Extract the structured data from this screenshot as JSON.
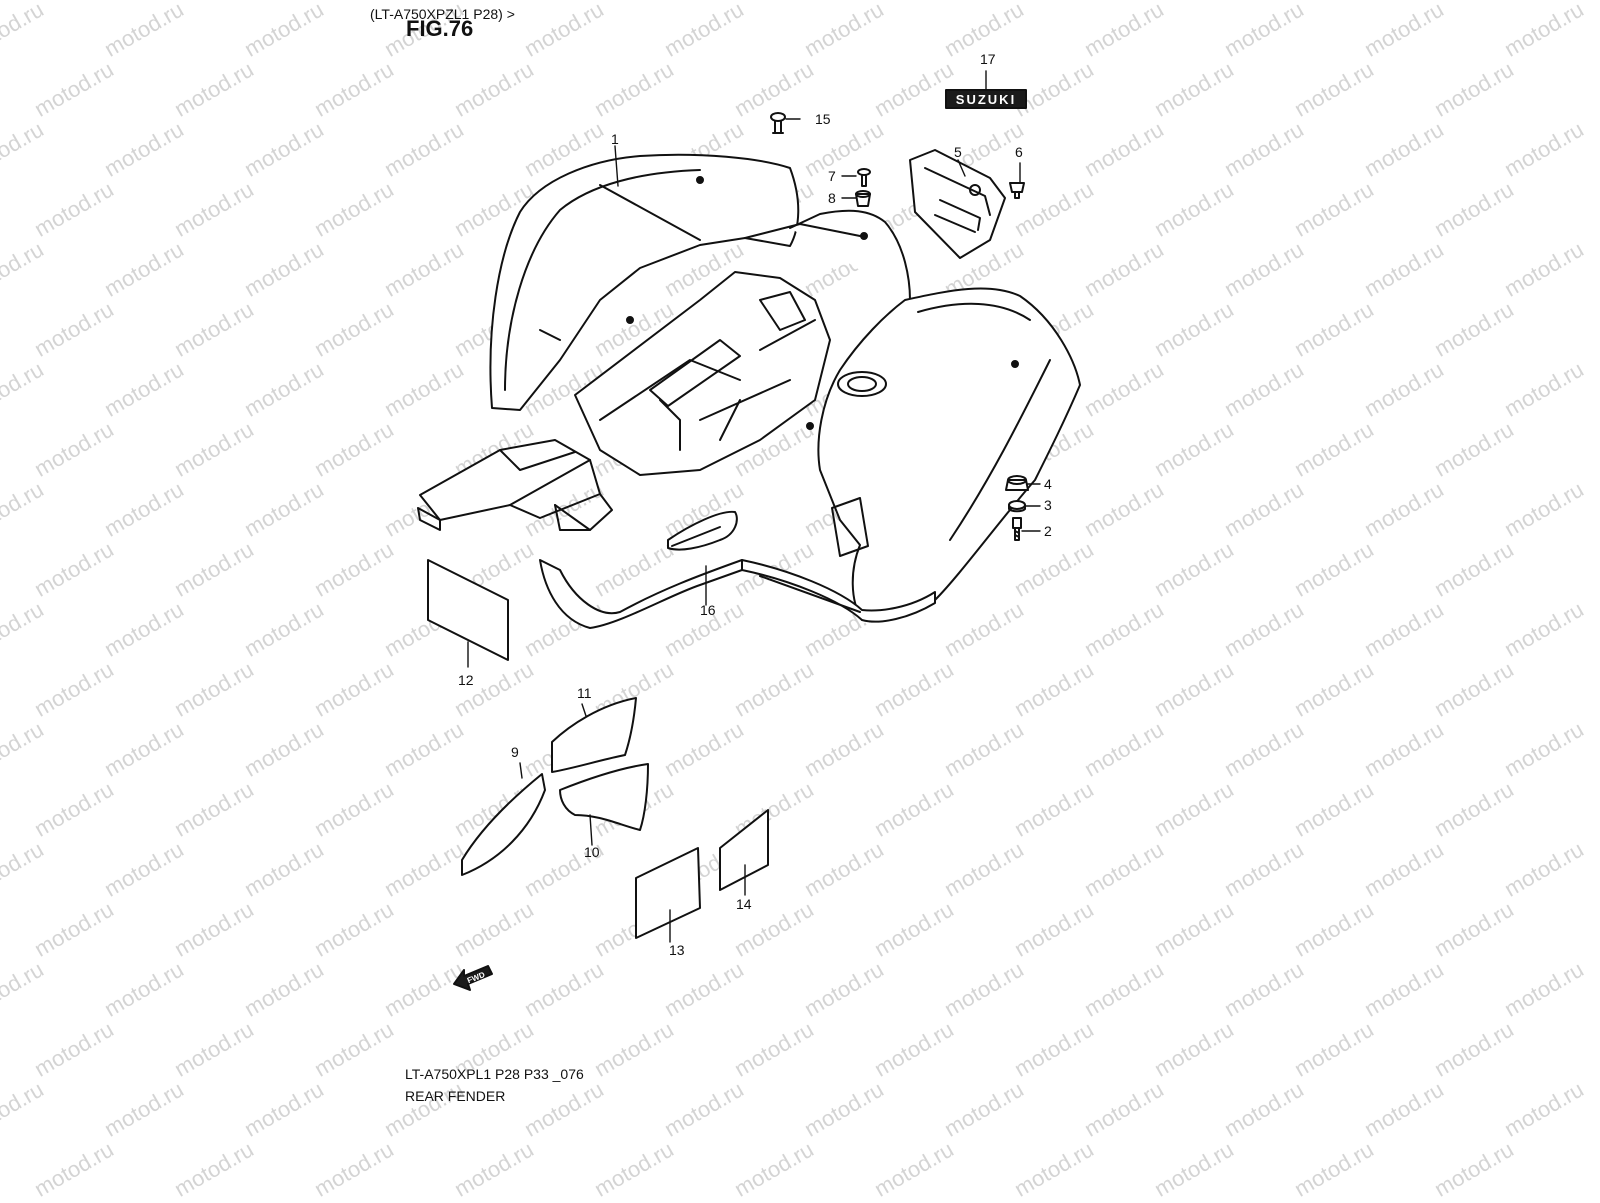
{
  "header": {
    "reference": "(LT-A750XPZL1 P28) >",
    "fig_title": "FIG.76"
  },
  "footer": {
    "code": "LT-A750XPL1 P28 P33 _076",
    "name": "REAR FENDER"
  },
  "watermark": "motod.ru",
  "logo_text": "SUZUKI",
  "arrow_text": "FWD",
  "callouts": [
    {
      "num": "1",
      "name": "rear fender"
    },
    {
      "num": "2",
      "name": "bolt"
    },
    {
      "num": "3",
      "name": "washer"
    },
    {
      "num": "4",
      "name": "nut"
    },
    {
      "num": "5",
      "name": "bracket"
    },
    {
      "num": "6",
      "name": "screw"
    },
    {
      "num": "7",
      "name": "screw"
    },
    {
      "num": "8",
      "name": "grommet"
    },
    {
      "num": "9",
      "name": "label"
    },
    {
      "num": "10",
      "name": "label"
    },
    {
      "num": "11",
      "name": "label"
    },
    {
      "num": "12",
      "name": "label"
    },
    {
      "num": "13",
      "name": "label"
    },
    {
      "num": "14",
      "name": "label"
    },
    {
      "num": "15",
      "name": "clip"
    },
    {
      "num": "16",
      "name": "emblem"
    },
    {
      "num": "17",
      "name": "emblem"
    }
  ]
}
